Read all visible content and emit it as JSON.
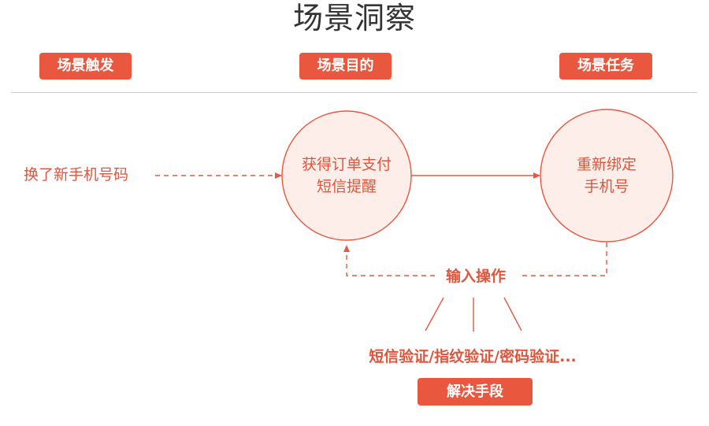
{
  "title": "场景洞察",
  "colors": {
    "accent": "#e8573e",
    "circle_fill": "#fdeeea",
    "circle_stroke": "#e8573e",
    "text_accent": "#e0553b",
    "divider": "#f2c2b6",
    "title_text": "#333333"
  },
  "header_tags": {
    "trigger": "场景触发",
    "purpose": "场景目的",
    "task": "场景任务"
  },
  "nodes": {
    "trigger_text": "换了新手机号码",
    "purpose_line1": "获得订单支付",
    "purpose_line2": "短信提醒",
    "task_line1": "重新绑定",
    "task_line2": "手机号"
  },
  "operation": {
    "label": "输入操作",
    "methods": "短信验证/指纹验证/密码验证...",
    "solution_tag": "解决手段"
  }
}
